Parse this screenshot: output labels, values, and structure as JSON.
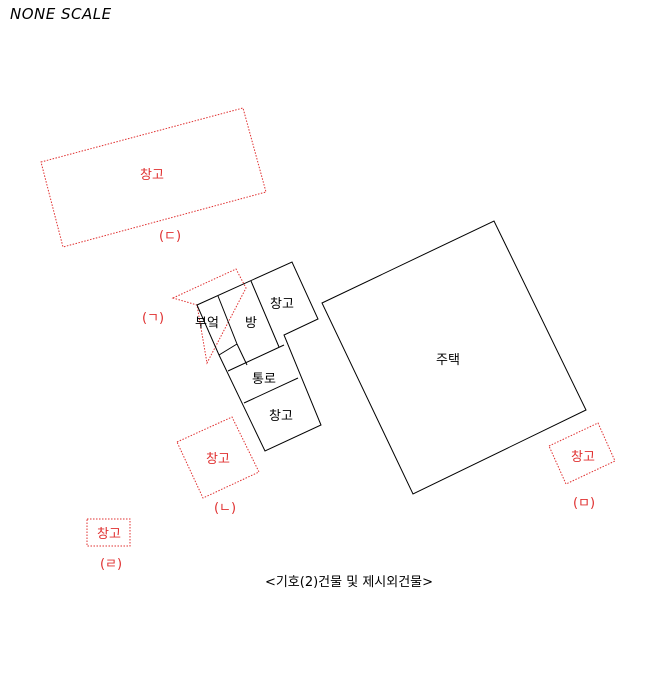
{
  "scale_label": "NONE SCALE",
  "caption": "<기호(2)건물 및 제시외건물>",
  "main_building": {
    "house": "주택",
    "kitchen": "부엌",
    "room": "방",
    "storage_top": "창고",
    "passage": "통로",
    "storage_bottom": "창고"
  },
  "outbuildings": {
    "a": {
      "label": "창고",
      "mark": "(ㄷ)"
    },
    "b": {
      "mark": "(ㄱ)"
    },
    "c": {
      "label": "창고",
      "mark": "(ㄴ)"
    },
    "d": {
      "label": "창고",
      "mark": "(ㄹ)"
    },
    "e": {
      "label": "창고",
      "mark": "(ㅁ)"
    }
  },
  "colors": {
    "solid_line": "#000000",
    "dotted_line": "#e03030"
  }
}
